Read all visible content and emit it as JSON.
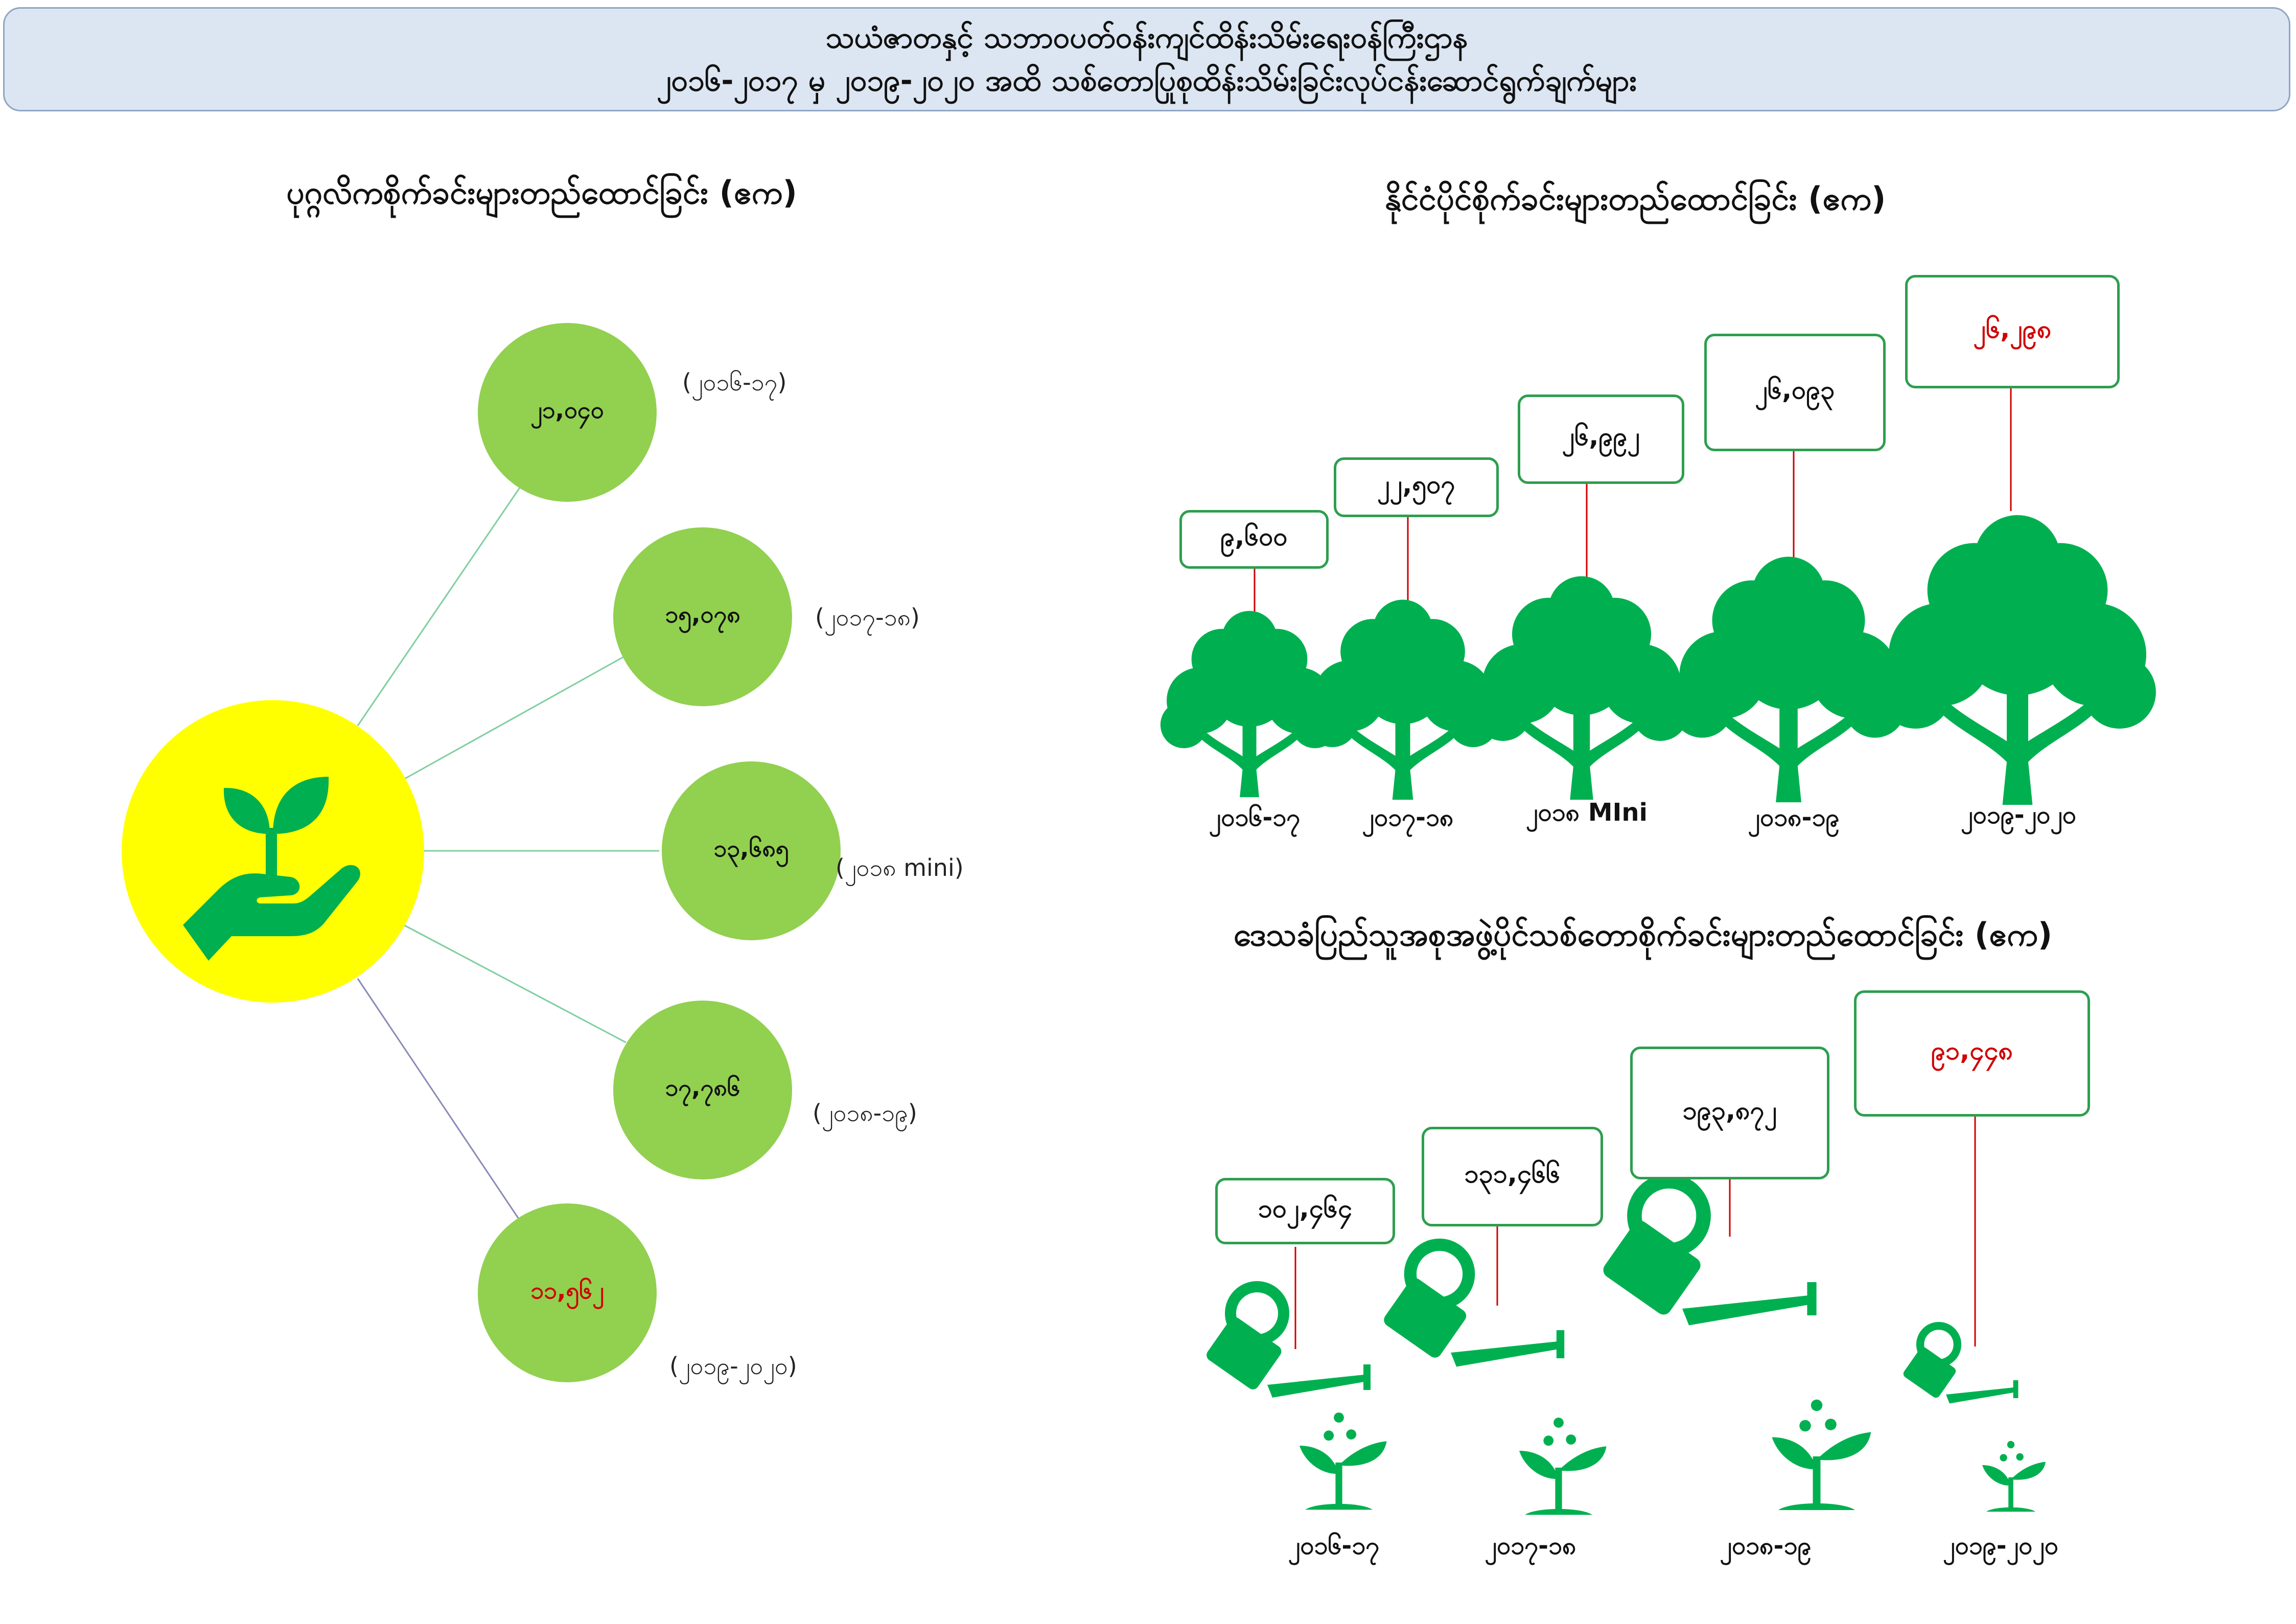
{
  "header": {
    "line1": "သယံဇာတနှင့် သဘာဝပတ်ဝန်းကျင်ထိန်းသိမ်းရေးဝန်ကြီးဌာန",
    "line2": "၂၀၁၆-၂၀၁၇ မှ ၂၀၁၉-၂၀၂၀ အထိ သစ်တောပြုစုထိန်းသိမ်းခြင်းလုပ်ငန်းဆောင်ရွက်ချက်များ"
  },
  "colors": {
    "green": "#00b050",
    "light_green": "#92d050",
    "yellow": "#ffff00",
    "red": "#d00000",
    "box_border": "#2e9e4f"
  },
  "private": {
    "title": "ပုဂ္ဂလိကစိုက်ခင်းများတည်ထောင်ခြင်း (ဧက)",
    "center_icon": "hand-seedling-icon",
    "items": [
      {
        "value": "၂၁,၀၄၀",
        "period": "(၂၀၁၆-၁၇)",
        "highlight": false
      },
      {
        "value": "၁၅,၀၇၈",
        "period": "(၂၀၁၇-၁၈)",
        "highlight": false
      },
      {
        "value": "၁၃,၆၈၅",
        "period": "(၂၀၁၈ mini)",
        "highlight": false
      },
      {
        "value": "၁၇,၇၈၆",
        "period": "(၂၀၁၈-၁၉)",
        "highlight": false
      },
      {
        "value": "၁၁,၅၆၂",
        "period": "(၂၀၁၉-၂၀၂၀)",
        "highlight": true
      }
    ]
  },
  "state": {
    "title": "နိုင်ငံပိုင်စိုက်ခင်းများတည်ထောင်ခြင်း (ဧက)",
    "icon": "tree-icon",
    "items": [
      {
        "value": "၉,၆၀၀",
        "label": "၂၀၁၆-၁၇",
        "highlight": false
      },
      {
        "value": "၂၂,၅၀၇",
        "label": "၂၀၁၇-၁၈",
        "highlight": false
      },
      {
        "value": "၂၆,၉၉၂",
        "label": "၂၀၁၈ MIni",
        "highlight": false
      },
      {
        "value": "၂၆,၀၉၃",
        "label": "၂၀၁၈-၁၉",
        "highlight": false
      },
      {
        "value": "၂၆,၂၉၈",
        "label": "၂၀၁၉-၂၀၂၀",
        "highlight": true
      }
    ]
  },
  "community": {
    "title": "ဒေသခံပြည်သူအစုအဖွဲ့ပိုင်သစ်တောစိုက်ခင်းများတည်ထောင်ခြင်း (ဧက)",
    "icon": "watering-can-icon",
    "items": [
      {
        "value": "၁၀၂,၄၆၄",
        "label": "၂၀၁၆-၁၇",
        "highlight": false
      },
      {
        "value": "၁၃၁,၄၆၆",
        "label": "၂၀၁၇-၁၈",
        "highlight": false
      },
      {
        "value": "၁၉၃,၈၇၂",
        "label": "၂၀၁၈-၁၉",
        "highlight": false
      },
      {
        "value": "၉၁,၄၄၈",
        "label": "၂၀၁၉-၂၀၂၀",
        "highlight": true
      }
    ]
  }
}
